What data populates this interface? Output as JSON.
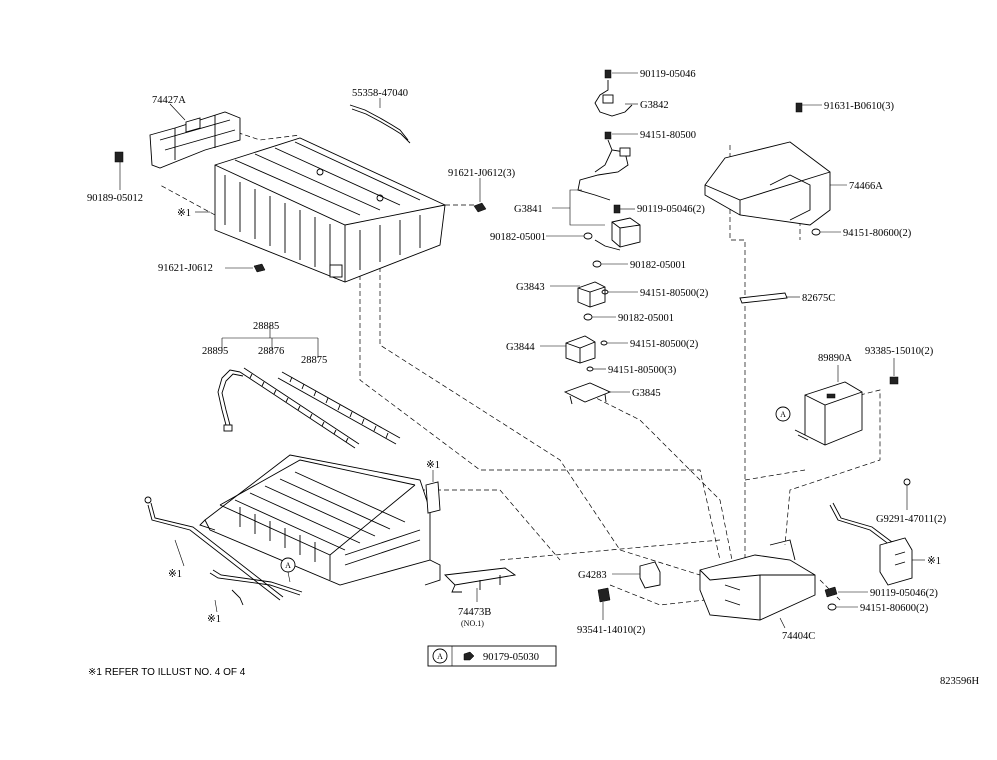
{
  "labels": {
    "p74427a": "74427A",
    "p55358": "55358-47040",
    "p90189": "90189-05012",
    "x1_top": "※1",
    "p91621_3": "91621-J0612(3)",
    "p91621": "91621-J0612",
    "p28885": "28885",
    "p28895": "28895",
    "p28876": "28876",
    "p28875": "28875",
    "x1_mid": "※1",
    "x1_left": "※1",
    "x1_bot": "※1",
    "p74473b": "74473B",
    "p74473b_sub": "(NO.1)",
    "p90119_05046": "90119-05046",
    "pG3842": "G3842",
    "p94151_80500": "94151-80500",
    "pG3841": "G3841",
    "p90119_05046_2": "90119-05046(2)",
    "p90182_a": "90182-05001",
    "p90182_b": "90182-05001",
    "pG3843": "G3843",
    "p94151_80500_2a": "94151-80500(2)",
    "p90182_c": "90182-05001",
    "pG3844": "G3844",
    "p94151_80500_2b": "94151-80500(2)",
    "p94151_80500_3": "94151-80500(3)",
    "pG3845": "G3845",
    "p91631": "91631-B0610(3)",
    "p74466a": "74466A",
    "p94151_80600_2a": "94151-80600(2)",
    "p82675c": "82675C",
    "p89890a": "89890A",
    "p93385": "93385-15010(2)",
    "pG9291": "G9291-47011(2)",
    "x1_right": "※1",
    "p90119_05046_2b": "90119-05046(2)",
    "p94151_80600_2b": "94151-80600(2)",
    "p74404c": "74404C",
    "pG4283": "G4283",
    "p93541": "93541-14010(2)",
    "circle_a1": "A",
    "circle_a2": "A",
    "circle_a3": "A"
  },
  "legend": {
    "marker": "A",
    "part": "90179-05030"
  },
  "footnote": "※1 REFER TO ILLUST NO. 4 OF 4",
  "diagram_id": "823596H"
}
